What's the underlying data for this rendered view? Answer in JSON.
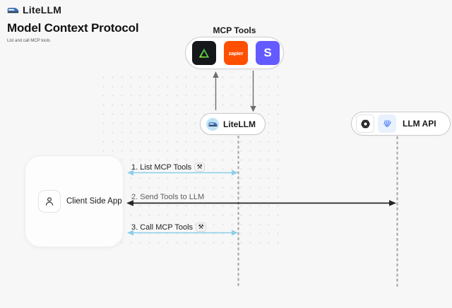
{
  "header": {
    "brand": "LiteLLM",
    "title": "Model Context Protocol",
    "subtitle": "List and call MCP tools"
  },
  "mcp_tools": {
    "label": "MCP Tools",
    "tools": [
      {
        "name": "triangle-tool",
        "text": ""
      },
      {
        "name": "zapier",
        "text": "zapier"
      },
      {
        "name": "stripe",
        "text": "S"
      }
    ]
  },
  "nodes": {
    "litellm": {
      "label": "LiteLLM"
    },
    "llm_api": {
      "label": "LLM API"
    },
    "client": {
      "label": "Client Side App"
    }
  },
  "sequence": [
    {
      "label": "1. List MCP Tools",
      "tool_badge": "⚒"
    },
    {
      "label": "2. Send Tools to LLM",
      "tool_badge": ""
    },
    {
      "label": "3. Call MCP Tools",
      "tool_badge": "⚒"
    }
  ],
  "colors": {
    "accent_blue": "#8ccfe9",
    "arrow_dark": "#262626",
    "zapier_orange": "#ff4f00",
    "stripe_purple": "#635bff"
  }
}
